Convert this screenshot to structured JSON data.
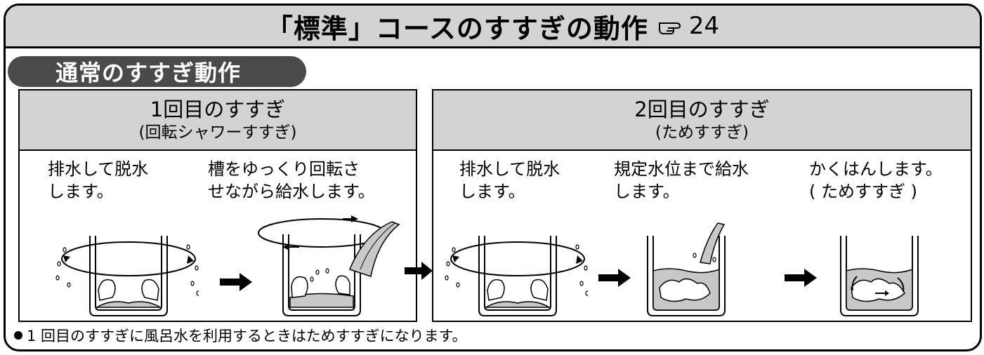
{
  "title": {
    "text": "「標準」コースのすすぎの動作",
    "ref_page": "24",
    "ref_icon": "pointing-hand-icon"
  },
  "section": {
    "label": "通常のすすぎ動作"
  },
  "panel1": {
    "heading": "1回目のすすぎ",
    "subheading": "(回転シャワーすすぎ)",
    "steps": [
      {
        "line1": "排水して脱水",
        "line2": "します。"
      },
      {
        "line1": "槽をゆっくり回転さ",
        "line2": "せながら給水します。"
      }
    ]
  },
  "panel2": {
    "heading": "2回目のすすぎ",
    "subheading": "(ためすすぎ)",
    "steps": [
      {
        "line1": "排水して脱水",
        "line2": "します。"
      },
      {
        "line1": "規定水位まで給水",
        "line2": "します。"
      },
      {
        "line1": "かくはんします。",
        "line2": "( ためすすぎ )"
      }
    ]
  },
  "note": "1 回目のすすぎに風呂水を利用するときはためすすぎになります。",
  "colors": {
    "header_gray": "#d3d3d3",
    "pill_dark": "#4a4a4a",
    "water_gray": "#c8c8c8"
  }
}
